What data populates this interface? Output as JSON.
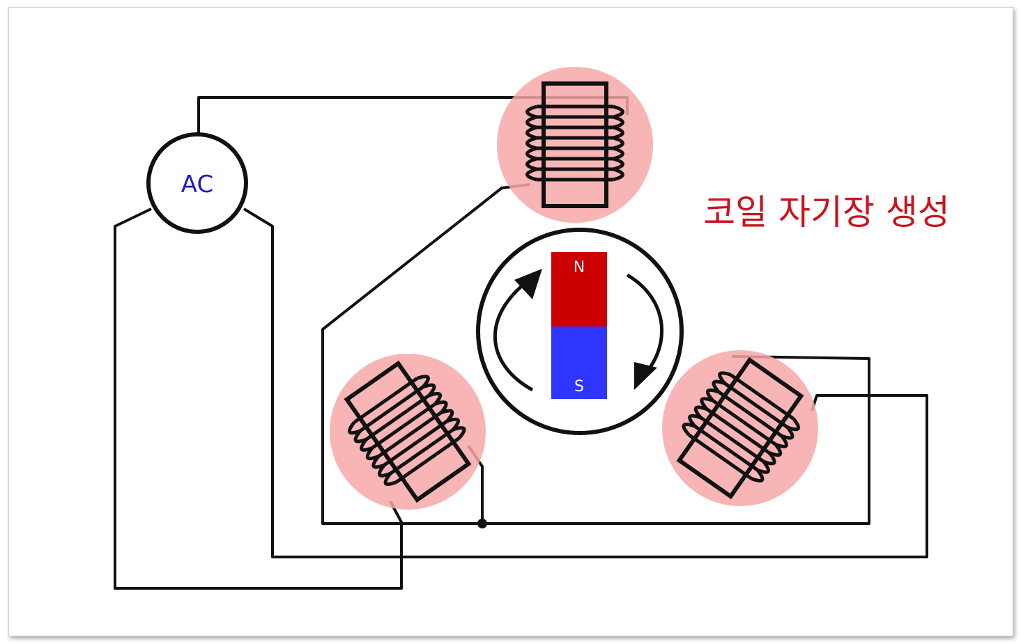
{
  "source_label": "AC",
  "title": "코일 자기장 생성",
  "magnet": {
    "north_label": "N",
    "south_label": "S",
    "north_color": "#cc0000",
    "south_color": "#2e35ff"
  },
  "colors": {
    "wire": "#111111",
    "field_glow": "#f6a8a8",
    "title": "#c8141e",
    "source_label": "#1a1acc"
  }
}
